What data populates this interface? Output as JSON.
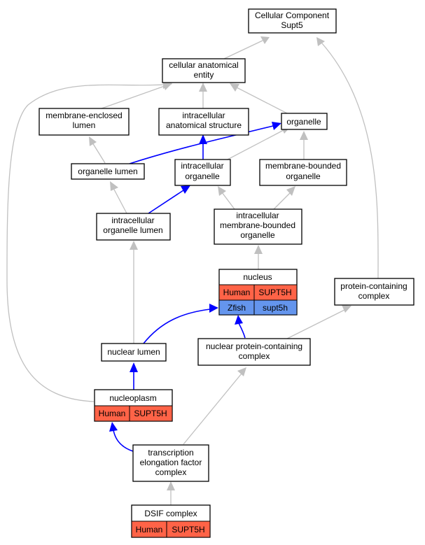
{
  "colors": {
    "human": "#ff6347",
    "zfish": "#6495ed",
    "edge_default": "#c0c0c0",
    "edge_highlight": "#0000ff"
  },
  "nodes": {
    "cellular_component": {
      "lines": [
        "Cellular Component",
        "Supt5"
      ]
    },
    "cellular_anatomical_entity": {
      "lines": [
        "cellular anatomical",
        "entity"
      ]
    },
    "membrane_enclosed_lumen": {
      "lines": [
        "membrane-enclosed",
        "lumen"
      ]
    },
    "intracellular_anatomical_structure": {
      "lines": [
        "intracellular",
        "anatomical structure"
      ]
    },
    "organelle": {
      "lines": [
        "organelle"
      ]
    },
    "organelle_lumen": {
      "lines": [
        "organelle lumen"
      ]
    },
    "intracellular_organelle": {
      "lines": [
        "intracellular",
        "organelle"
      ]
    },
    "membrane_bounded_organelle": {
      "lines": [
        "membrane-bounded",
        "organelle"
      ]
    },
    "intracellular_organelle_lumen": {
      "lines": [
        "intracellular",
        "organelle lumen"
      ]
    },
    "intracellular_membrane_bounded_organelle": {
      "lines": [
        "intracellular",
        "membrane-bounded",
        "organelle"
      ]
    },
    "nucleus": {
      "lines": [
        "nucleus"
      ],
      "annotations": [
        {
          "species": "Human",
          "gene": "SUPT5H"
        },
        {
          "species": "Zfish",
          "gene": "supt5h"
        }
      ]
    },
    "protein_containing_complex": {
      "lines": [
        "protein-containing",
        "complex"
      ]
    },
    "nuclear_lumen": {
      "lines": [
        "nuclear lumen"
      ]
    },
    "nuclear_protein_containing_complex": {
      "lines": [
        "nuclear protein-containing",
        "complex"
      ]
    },
    "nucleoplasm": {
      "lines": [
        "nucleoplasm"
      ],
      "annotations": [
        {
          "species": "Human",
          "gene": "SUPT5H"
        }
      ]
    },
    "transcription_elongation_factor_complex": {
      "lines": [
        "transcription",
        "elongation factor",
        "complex"
      ]
    },
    "dsif_complex": {
      "lines": [
        "DSIF complex"
      ],
      "annotations": [
        {
          "species": "Human",
          "gene": "SUPT5H"
        }
      ]
    }
  }
}
